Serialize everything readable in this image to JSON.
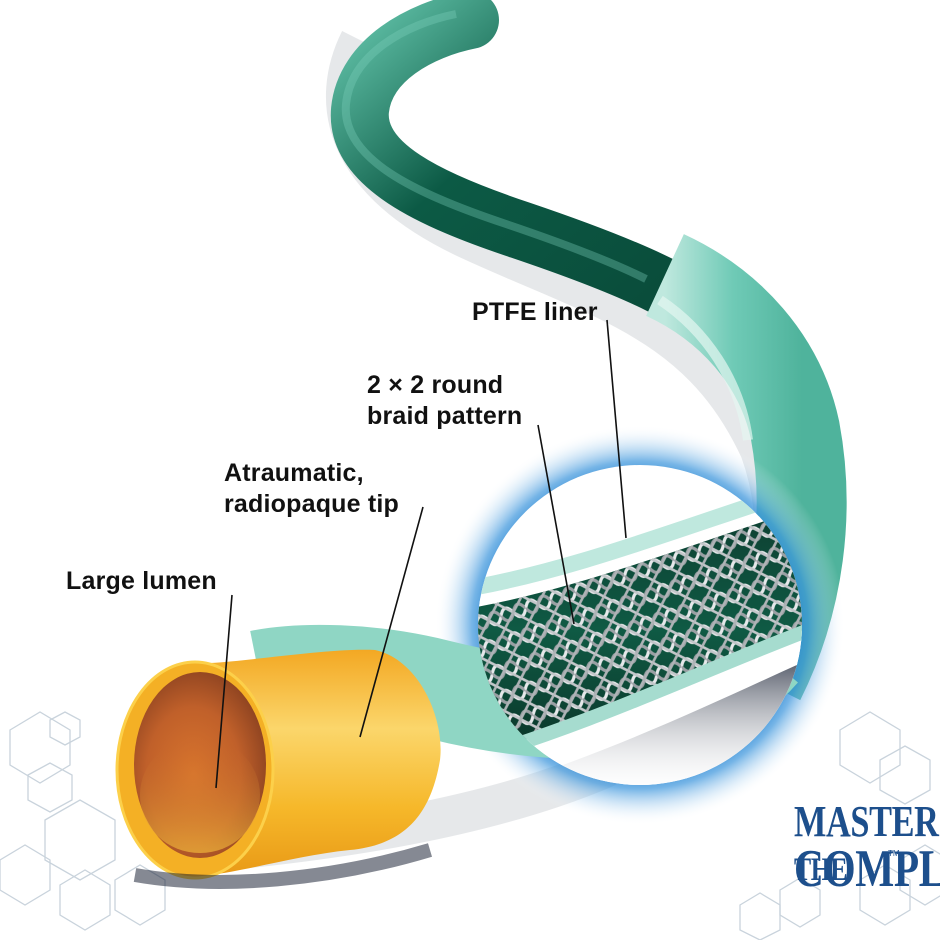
{
  "illustration": {
    "subject": "catheter cutaway",
    "colors": {
      "shaft_dark_green": "#0b5a45",
      "shaft_teal": "#6cc7b3",
      "highlight_blue": "#1f7fcf",
      "tip_yellow": "#f6b82a",
      "lumen_orange": "#c8622a",
      "braid_silver": "#b8bcbf",
      "hexagon_gray": "#c9d3dc",
      "logo_blue": "#1d4f8c"
    }
  },
  "callouts": {
    "ptfe_liner": "PTFE liner",
    "braid_line1": "2 × 2 round",
    "braid_line2": "braid pattern",
    "tip_line1": "Atraumatic,",
    "tip_line2": "radiopaque tip",
    "lumen": "Large lumen"
  },
  "logo": {
    "word1": "MASTER",
    "word2": "THE",
    "word3": "COMPLEX",
    "trademark": "TM"
  }
}
